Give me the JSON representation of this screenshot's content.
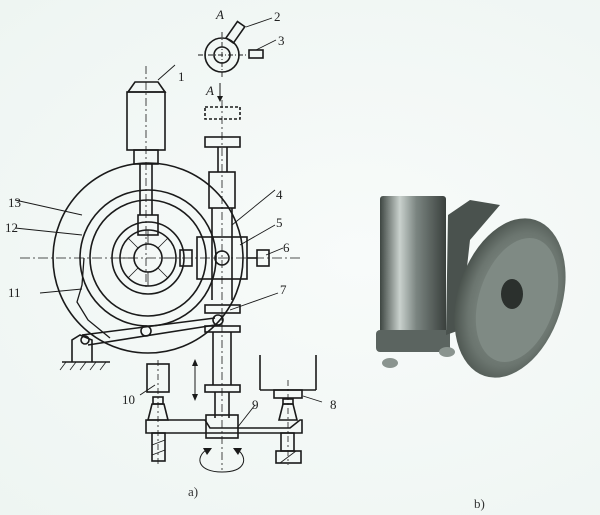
{
  "figure": {
    "panel_a": {
      "caption": "a)",
      "section_label_top": "A",
      "section_label_arrow": "A",
      "part_labels": [
        {
          "id": "1",
          "text": "1"
        },
        {
          "id": "2",
          "text": "2"
        },
        {
          "id": "3",
          "text": "3"
        },
        {
          "id": "4",
          "text": "4"
        },
        {
          "id": "5",
          "text": "5"
        },
        {
          "id": "6",
          "text": "6"
        },
        {
          "id": "7",
          "text": "7"
        },
        {
          "id": "8",
          "text": "8"
        },
        {
          "id": "9",
          "text": "9"
        },
        {
          "id": "10",
          "text": "10"
        },
        {
          "id": "11",
          "text": "11"
        },
        {
          "id": "12",
          "text": "12"
        },
        {
          "id": "13",
          "text": "13"
        }
      ]
    },
    "panel_b": {
      "caption": "b)",
      "content": "photo of tool-changer mechanism with disc and cylindrical housing"
    },
    "colors": {
      "line": "#1a1a1a",
      "paper": "#f4f8f6",
      "metal_dark": "#4a524e",
      "metal_light": "#b8c2bd"
    }
  }
}
